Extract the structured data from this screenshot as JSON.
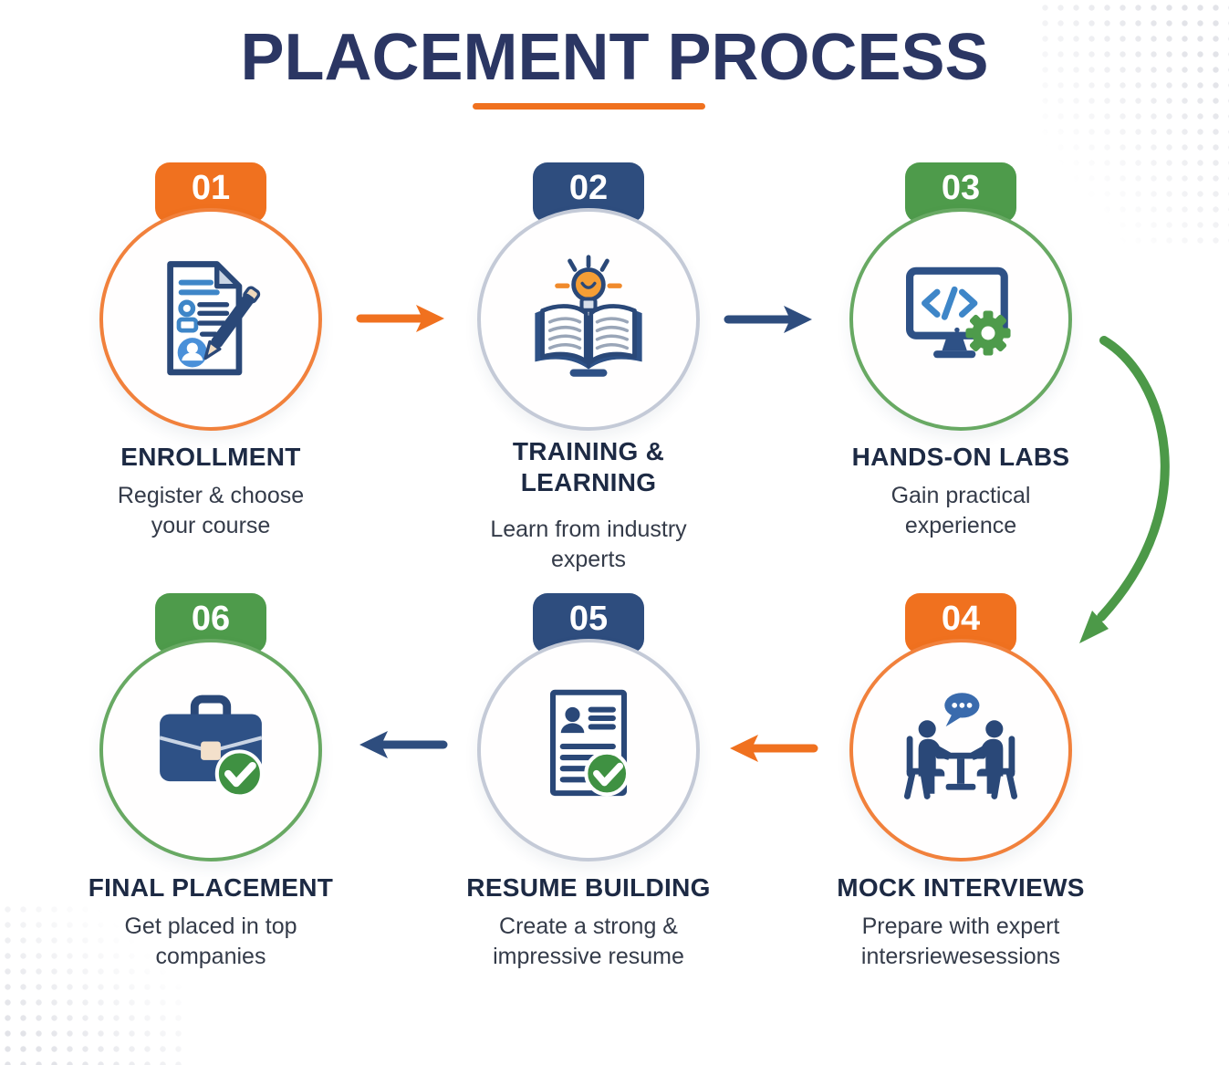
{
  "title": "PLACEMENT PROCESS",
  "colors": {
    "title": "#2B3663",
    "heading": "#1D2A44",
    "description": "#343B49",
    "orange": "#F0711F",
    "navy": "#2E4D7E",
    "green": "#4E9B4B",
    "ring_gray": "#C4CAD7",
    "underline": "#F0711F"
  },
  "steps": [
    {
      "number": "01",
      "heading": "ENROLLMENT",
      "description": "Register & choose your course",
      "icon": "enrollment-form-icon",
      "accent": "#F0711F",
      "ring": "#F1813C"
    },
    {
      "number": "02",
      "heading": "TRAINING & LEARNING",
      "description": "Learn from industry experts",
      "icon": "book-lightbulb-icon",
      "accent": "#2E4D7E",
      "ring": "#C4CAD7"
    },
    {
      "number": "03",
      "heading": "HANDS-ON LABS",
      "description": "Gain practical experience",
      "icon": "monitor-code-gear-icon",
      "accent": "#4E9B4B",
      "ring": "#68A963"
    },
    {
      "number": "04",
      "heading": "MOCK INTERVIEWS",
      "description": "Prepare with expert intersriewesessions",
      "icon": "interview-chat-icon",
      "accent": "#F0711F",
      "ring": "#F1813C"
    },
    {
      "number": "05",
      "heading": "RESUME BUILDING",
      "description": "Create a strong & impressive resume",
      "icon": "resume-check-icon",
      "accent": "#2E4D7E",
      "ring": "#C4CAD7"
    },
    {
      "number": "06",
      "heading": "FINAL PLACEMENT",
      "description": "Get placed in top companies",
      "icon": "briefcase-check-icon",
      "accent": "#4E9B4B",
      "ring": "#68A963"
    }
  ],
  "arrows": [
    {
      "from": "01",
      "to": "02",
      "color": "#F0711F",
      "direction": "right"
    },
    {
      "from": "02",
      "to": "03",
      "color": "#2E4D7E",
      "direction": "right"
    },
    {
      "from": "03",
      "to": "04",
      "color": "#4C9948",
      "direction": "curve-down"
    },
    {
      "from": "04",
      "to": "05",
      "color": "#F0711F",
      "direction": "left"
    },
    {
      "from": "05",
      "to": "06",
      "color": "#2E4D7E",
      "direction": "left"
    }
  ]
}
